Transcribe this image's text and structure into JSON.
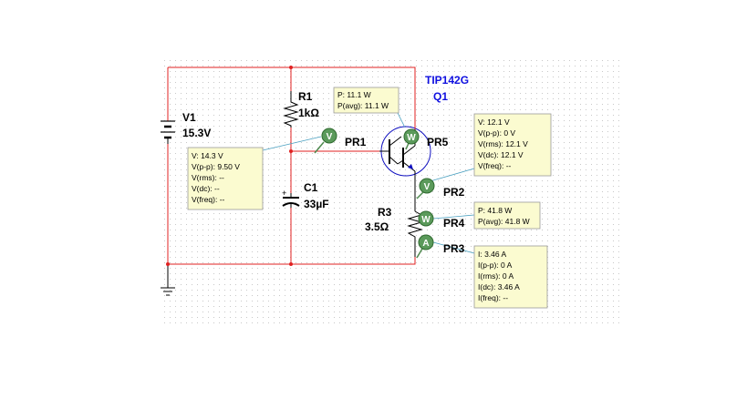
{
  "components": {
    "v1": {
      "name": "V1",
      "value": "15.3V"
    },
    "r1": {
      "name": "R1",
      "value": "1kΩ"
    },
    "c1": {
      "name": "C1",
      "value": "33µF"
    },
    "r3": {
      "name": "R3",
      "value": "3.5Ω"
    },
    "q1": {
      "model": "TIP142G",
      "name": "Q1"
    }
  },
  "probes": {
    "pr1": {
      "name": "PR1",
      "icon": "V",
      "lines": [
        "V: 14.3 V",
        "V(p-p): 9.50 V",
        "V(rms): --",
        "V(dc): --",
        "V(freq): --"
      ]
    },
    "pr5": {
      "name": "PR5",
      "icon": "W",
      "lines": [
        "P: 11.1 W",
        "P(avg): 11.1 W"
      ]
    },
    "pr2": {
      "name": "PR2",
      "icon": "V",
      "lines": [
        "V: 12.1 V",
        "V(p-p): 0 V",
        "V(rms): 12.1 V",
        "V(dc): 12.1 V",
        "V(freq): --"
      ]
    },
    "pr4": {
      "name": "PR4",
      "icon": "W",
      "lines": [
        "P: 41.8 W",
        "P(avg): 41.8 W"
      ]
    },
    "pr3": {
      "name": "PR3",
      "icon": "A",
      "lines": [
        "I: 3.46 A",
        "I(p-p): 0 A",
        "I(rms): 0 A",
        "I(dc): 3.46 A",
        "I(freq): --"
      ]
    }
  },
  "colors": {
    "wire": "#e02020",
    "probe": "#4f8a4f",
    "box_fill": "#fbfbd0",
    "component_label": "#1010e0"
  }
}
